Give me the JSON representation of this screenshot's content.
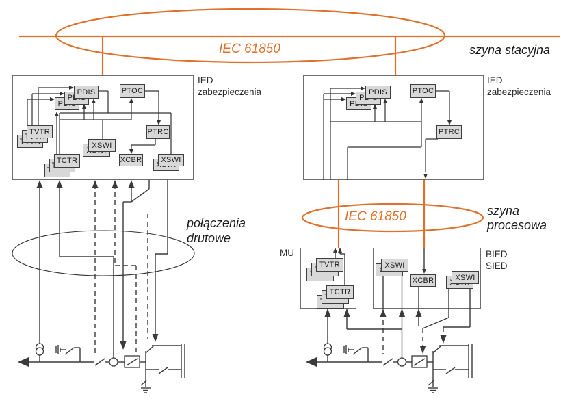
{
  "colors": {
    "bus_orange": "#E0702A",
    "line_dark": "#3A3A3A",
    "interior_line": "#333333",
    "node_fill": "#D8D8D8",
    "node_border": "#3F3F3F",
    "device_border": "#6E6E6E",
    "thin_ellipse": "#333333"
  },
  "buses": {
    "station": {
      "protocol_label": "IEC 61850",
      "name_label": "szyna stacyjna"
    },
    "process": {
      "protocol_label": "IEC 61850",
      "name_line1": "szyna",
      "name_line2": "procesowa"
    }
  },
  "annotations": {
    "wired_line1": "połączenia",
    "wired_line2": "drutowe"
  },
  "devices": {
    "ied_left": {
      "label_line1": "IED",
      "label_line2": "zabezpieczenia"
    },
    "ied_right": {
      "label_line1": "IED",
      "label_line2": "zabezpieczenia"
    },
    "mu": {
      "label": "MU"
    },
    "bied": {
      "label_line1": "BIED",
      "label_line2": "SIED"
    }
  },
  "logical_nodes": {
    "ied_left": [
      {
        "id": "pdis",
        "label": "PDIS",
        "count": 3
      },
      {
        "id": "ptoc",
        "label": "PTOC",
        "count": 1
      },
      {
        "id": "ptrc",
        "label": "PTRC",
        "count": 1
      },
      {
        "id": "tvtr",
        "label": "TVTR",
        "count": 3
      },
      {
        "id": "xswi_mid",
        "label": "XSWI",
        "count": 2
      },
      {
        "id": "tctr",
        "label": "TCTR",
        "count": 3
      },
      {
        "id": "xcbr",
        "label": "XCBR",
        "count": 1
      },
      {
        "id": "xswi_right",
        "label": "XSWI",
        "count": 2
      }
    ],
    "ied_right": [
      {
        "id": "pdis",
        "label": "PDIS",
        "count": 3
      },
      {
        "id": "ptoc",
        "label": "PTOC",
        "count": 1
      },
      {
        "id": "ptrc",
        "label": "PTRC",
        "count": 1
      }
    ],
    "mu": [
      {
        "id": "tvtr",
        "label": "TVTR",
        "count": 3
      },
      {
        "id": "tctr",
        "label": "TCTR",
        "count": 3
      }
    ],
    "bied": [
      {
        "id": "xswi_left",
        "label": "XSWI",
        "count": 2
      },
      {
        "id": "xcbr",
        "label": "XCBR",
        "count": 1
      },
      {
        "id": "xswi_right",
        "label": "XSWI",
        "count": 2
      }
    ]
  }
}
